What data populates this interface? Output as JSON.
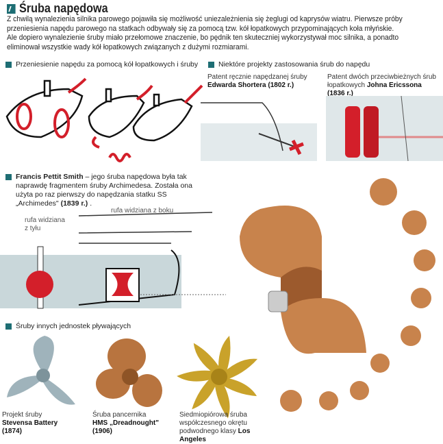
{
  "title": "Śruba napędowa",
  "intro": "Z chwilą wynalezienia silnika parowego pojawiła się możliwość uniezależnienia się żeglugi od kaprysów wiatru. Pierwsze próby przeniesienia napędu parowego na statkach odbywały się za pomocą tzw. kół łopatkowych przypominających koła młyńskie. Ale dopiero wynalezienie śruby miało przełomowe znaczenie, bo pędnik ten skuteczniej wykorzystywał moc silnika, a ponadto eliminował wszystkie wady kół łopatkowych związanych z dużymi rozmiarami.",
  "sections": {
    "paddle": "Przeniesienie napędu za pomocą kół łopatkowych i śruby",
    "projects": "Niektóre projekty zastosowania śrub do napędu",
    "smith_name": "Francis Pettit Smith",
    "smith_text": " – jego śruba napędowa była tak naprawdę fragmentem śruby Archimedesa. Została ona użyta po raz pierwszy do napędzania statku SS „Archimedes\" ",
    "smith_year": "(1839 r.)",
    "smith_end": " .",
    "others": "Śruby innych jednostek pływających"
  },
  "patents": [
    {
      "text": "Patent ręcznie napędzanej śruby ",
      "bold": "Edwarda Shortera (1802 r.)"
    },
    {
      "text": "Patent dwóch przeciwbieżnych śrub łopatkowych ",
      "bold": "Johna Ericssona (1836 r.)"
    }
  ],
  "stern": {
    "rear": "rufa widziana z tyłu",
    "side": "rufa widziana z boku"
  },
  "propellers": [
    {
      "line1": "Projekt śruby",
      "bold": "Stevensa Battery",
      "line3": "(1874)",
      "color": "#9fb3bb"
    },
    {
      "line1": "Śruba pancernika",
      "bold": "HMS „Dreadnought\"",
      "line3": "(1906)",
      "color": "#b8743f"
    },
    {
      "line1": "Siedmiopiórowa śruba współczesnego okrętu podwodnego klasy ",
      "bold": "Los Angeles",
      "line3": "",
      "color": "#c9a22a"
    }
  ],
  "colors": {
    "accent": "#1e6e74",
    "red": "#d31f2a",
    "copper": "#c8834c",
    "water": "#c9d7da"
  }
}
